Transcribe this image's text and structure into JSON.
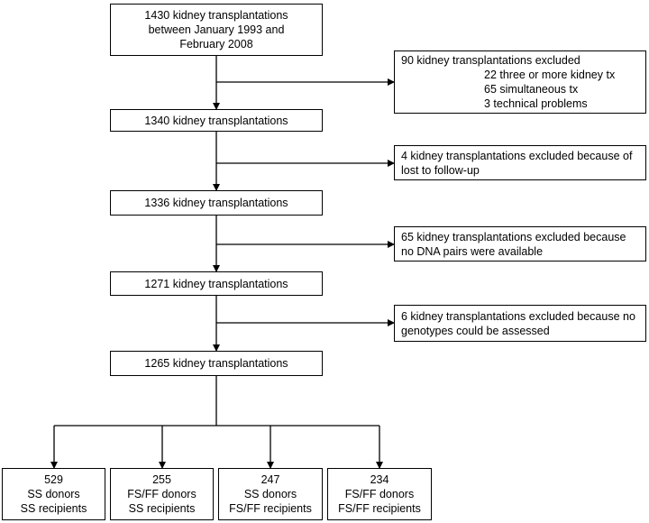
{
  "flow": {
    "start": [
      "1430 kidney transplantations",
      "between January 1993 and",
      "February 2008"
    ],
    "excl1": {
      "title": "90 kidney transplantations excluded",
      "items": [
        "22 three or more kidney tx",
        "65 simultaneous tx",
        "3 technical problems"
      ]
    },
    "step1": "1340 kidney transplantations",
    "excl2": [
      "4 kidney transplantations excluded because of",
      "lost to follow-up"
    ],
    "step2": "1336 kidney transplantations",
    "excl3": [
      "65 kidney transplantations excluded because",
      "no DNA pairs were available"
    ],
    "step3": "1271 kidney transplantations",
    "excl4": [
      "6 kidney transplantations excluded because no",
      "genotypes could be assessed"
    ],
    "step4": "1265 kidney transplantations",
    "groups": [
      {
        "count": "529",
        "donors": "SS donors",
        "recipients": "SS recipients"
      },
      {
        "count": "255",
        "donors": "FS/FF donors",
        "recipients": "SS recipients"
      },
      {
        "count": "247",
        "donors": "SS donors",
        "recipients": "FS/FF recipients"
      },
      {
        "count": "234",
        "donors": "FS/FF donors",
        "recipients": "FS/FF recipients"
      }
    ]
  }
}
